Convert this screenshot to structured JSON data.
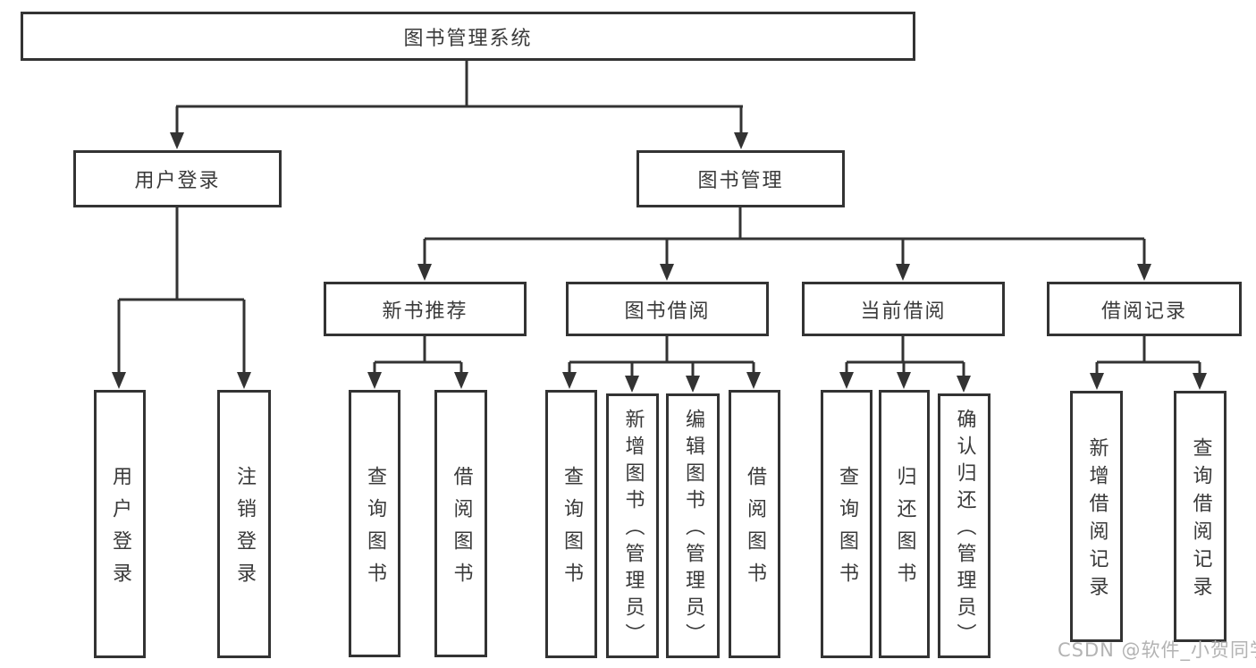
{
  "colors": {
    "background": "#ffffff",
    "line": "#333333",
    "box_border": "#333333",
    "text": "#3a3a3a",
    "watermark": "#b3b3b3"
  },
  "tree": {
    "label": "图书管理系统",
    "children": [
      {
        "label": "用户登录",
        "children": [
          {
            "label": "用户登录"
          },
          {
            "label": "注销登录"
          }
        ]
      },
      {
        "label": "图书管理",
        "children": [
          {
            "label": "新书推荐",
            "children": [
              {
                "label": "查询图书"
              },
              {
                "label": "借阅图书"
              }
            ]
          },
          {
            "label": "图书借阅",
            "children": [
              {
                "label": "查询图书"
              },
              {
                "label": "新增图书（管理员）"
              },
              {
                "label": "编辑图书（管理员）"
              },
              {
                "label": "借阅图书"
              }
            ]
          },
          {
            "label": "当前借阅",
            "children": [
              {
                "label": "查询图书"
              },
              {
                "label": "归还图书"
              },
              {
                "label": "确认归还（管理员）"
              }
            ]
          },
          {
            "label": "借阅记录",
            "children": [
              {
                "label": "新增借阅记录"
              },
              {
                "label": "查询借阅记录"
              }
            ]
          }
        ]
      }
    ]
  },
  "watermark": {
    "text": "CSDN @软件_小贺同学"
  }
}
